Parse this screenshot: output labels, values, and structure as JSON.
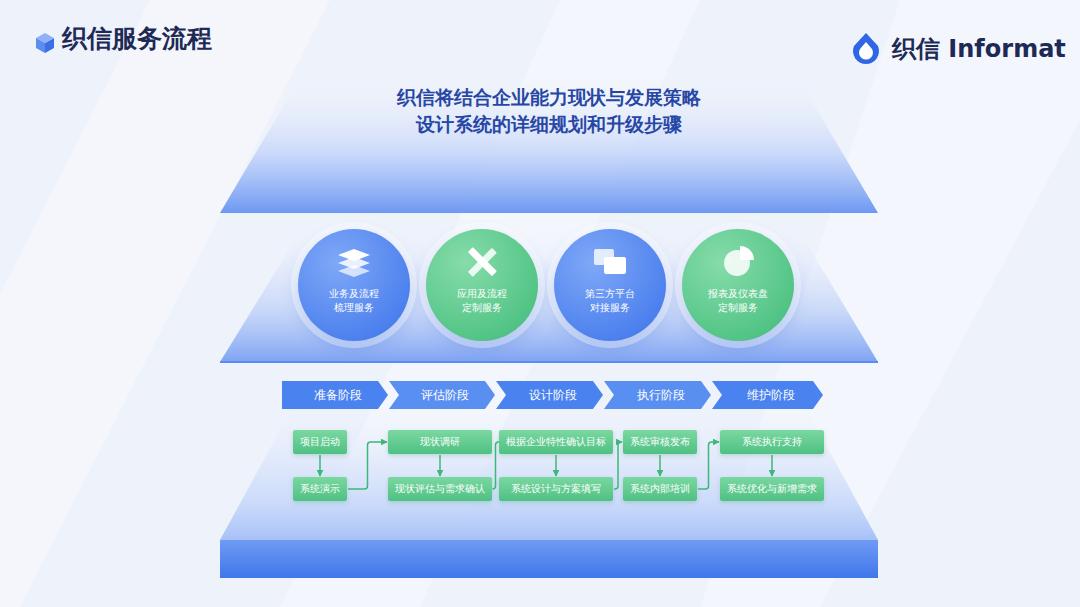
{
  "diagram": {
    "title": "织信服务流程",
    "nodes": [
      {
        "text": [
          "织信将结合企业能力现状与发展策略 设计系统的详细规划和升级步骤"
        ]
      },
      {
        "text": [
          "业务及流程 梳理服务"
        ]
      },
      {
        "text": [
          "应用及流程 定制服务"
        ]
      },
      {
        "text": [
          "第三方平台 对接服务"
        ]
      },
      {
        "text": [
          "报表及仪表盘 定制服务"
        ]
      },
      {
        "text": [
          "准备阶段"
        ]
      },
      {
        "text": [
          "评估阶段"
        ]
      },
      {
        "text": [
          "设计阶段"
        ]
      },
      {
        "text": [
          "执行阶段"
        ]
      },
      {
        "text": [
          "维护阶段"
        ]
      },
      {
        "text": [
          "项目启动"
        ]
      },
      {
        "text": [
          "系统演示"
        ]
      },
      {
        "text": [
          "现状调研"
        ]
      },
      {
        "text": [
          "现状评估与需求确认"
        ]
      },
      {
        "text": [
          "根据企业特性确认目标"
        ]
      },
      {
        "text": [
          "系统设计与方案填写"
        ]
      },
      {
        "text": [
          "系统审核发布"
        ]
      },
      {
        "text": [
          "系统内部培训"
        ]
      },
      {
        "text": [
          "系统执行支持"
        ]
      },
      {
        "text": [
          "系统优化与新增需求"
        ]
      }
    ],
    "edges": [
      {
        "from": 10,
        "to": 11,
        "arrow": "to"
      },
      {
        "from": 11,
        "to": 12,
        "arrow": "to"
      },
      {
        "from": 12,
        "to": 13,
        "arrow": "to"
      },
      {
        "from": 13,
        "to": 14,
        "arrow": "to"
      },
      {
        "from": 14,
        "to": 15,
        "arrow": "to"
      },
      {
        "from": 15,
        "to": 16,
        "arrow": "to"
      },
      {
        "from": 16,
        "to": 17,
        "arrow": "to"
      },
      {
        "from": 17,
        "to": 18,
        "arrow": "to"
      },
      {
        "from": 18,
        "to": 19,
        "arrow": "to"
      }
    ],
    "labels": [
      "织信 Informat"
    ]
  }
}
